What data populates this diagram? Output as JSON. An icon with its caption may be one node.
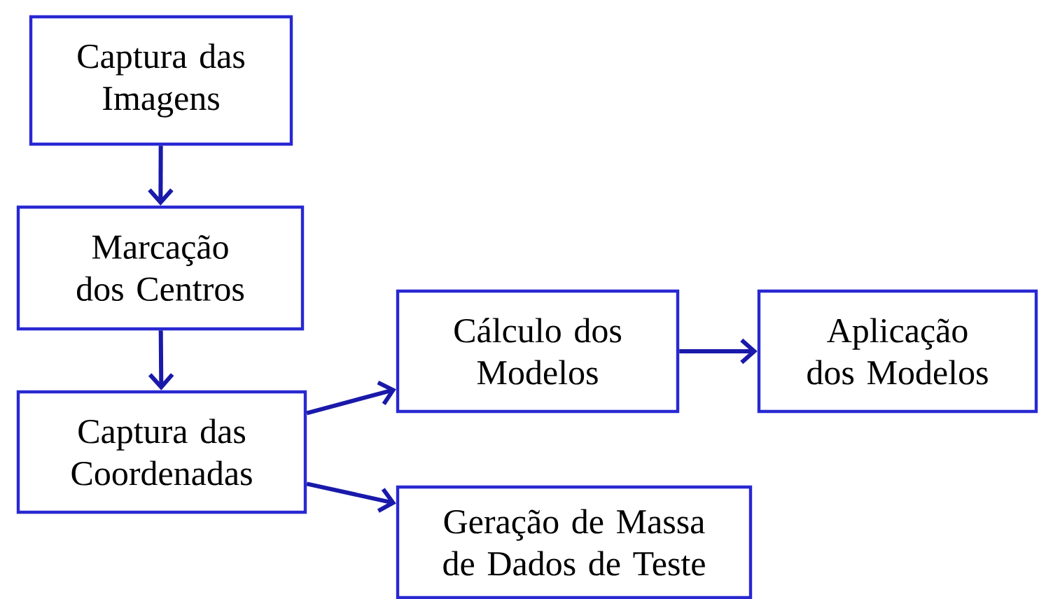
{
  "diagram": {
    "nodes": [
      {
        "text": [
          "Captura das Imagens"
        ]
      },
      {
        "text": [
          "Marcação dos Centros"
        ]
      },
      {
        "text": [
          "Captura das Coordenadas"
        ]
      },
      {
        "text": [
          "Cálculo dos Modelos"
        ]
      },
      {
        "text": [
          "Aplicação dos Modelos"
        ]
      },
      {
        "text": [
          "Geração de Massa de Dados de Teste"
        ]
      }
    ],
    "edges": [
      {
        "from": 0,
        "to": 1,
        "arrow": "to"
      },
      {
        "from": 1,
        "to": 2,
        "arrow": "to"
      },
      {
        "from": 2,
        "to": 3,
        "arrow": "to"
      },
      {
        "from": 3,
        "to": 4,
        "arrow": "to"
      },
      {
        "from": 2,
        "to": 5,
        "arrow": "to"
      }
    ]
  }
}
